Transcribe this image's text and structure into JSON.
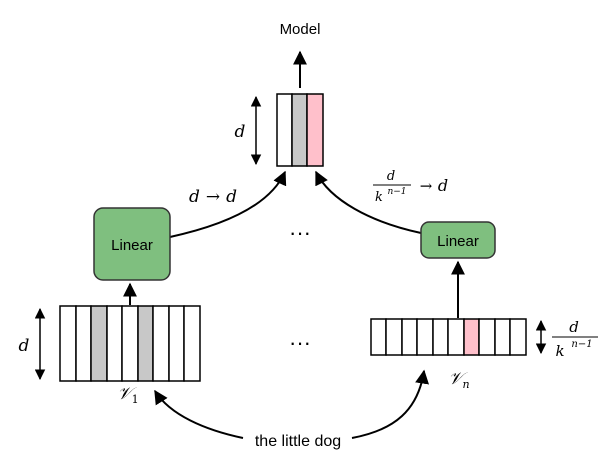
{
  "top_label": "Model",
  "d_label": "d",
  "left_transform": {
    "lhs": "d",
    "arrow": "→",
    "rhs": "d"
  },
  "right_transform": {
    "num": "d",
    "den_base": "k",
    "den_exp": "n−1",
    "arrow": "→",
    "rhs": "d"
  },
  "linear_left": "Linear",
  "linear_right": "Linear",
  "dots_top": "···",
  "dots_bottom": "···",
  "vocab_left": {
    "base": "𝒱",
    "sub": "1"
  },
  "vocab_right": {
    "base": "𝒱",
    "sub": "n"
  },
  "right_dim": {
    "num": "d",
    "den_base": "k",
    "den_exp": "n−1"
  },
  "input_text": "the little dog",
  "colors": {
    "gray_cell": "#c8c8c8",
    "pink_cell": "#ffc0cb",
    "linear_fill": "#7fbf7f",
    "linear_stroke": "#333333"
  }
}
